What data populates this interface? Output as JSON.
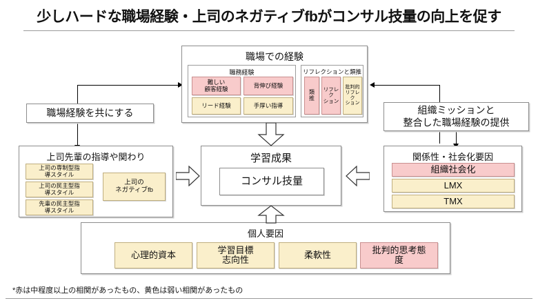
{
  "title": "少しハードな職場経験・上司のネガティブfbがコンサル技量の向上を促す",
  "footnote": "*赤は中程度以上の相関があったもの、黄色は弱い相関があったもの",
  "colors": {
    "pink": "#F8CBCB",
    "yellow": "#FAEFCB",
    "white": "#FFFFFF",
    "border": "#8C8C8C",
    "text": "#111111"
  },
  "legend": {
    "pink_meaning": "赤は中程度以上の相関があったもの",
    "yellow_meaning": "黄色は弱い相関があったもの"
  },
  "workplace_experience": {
    "title": "職場での経験",
    "job_experience": {
      "title": "職務経験",
      "items": [
        {
          "label": "難しい\n顧客経験",
          "line1": "難しい",
          "line2": "顧客経験",
          "color": "pink"
        },
        {
          "label": "背伸び経験",
          "line1": "背伸び経験",
          "line2": "",
          "color": "pink"
        },
        {
          "label": "リード経験",
          "line1": "リード経験",
          "line2": "",
          "color": "yellow"
        },
        {
          "label": "手厚い指導",
          "line1": "手厚い指導",
          "line2": "",
          "color": "yellow"
        }
      ]
    },
    "reflection": {
      "title": "リフレクションと類推",
      "items": [
        {
          "line1": "類",
          "line2": "推",
          "line3": "",
          "color": "pink"
        },
        {
          "line1": "リフレク",
          "line2": "ション",
          "line3": "",
          "color": "pink"
        },
        {
          "line1": "批判的",
          "line2": "リフレク",
          "line3": "ション",
          "color": "yellow"
        }
      ]
    }
  },
  "left_input": {
    "label": "職場経験を共にする"
  },
  "right_input": {
    "line1": "組織ミッションと",
    "line2": "整合した職場経験の提供"
  },
  "supervisor": {
    "title": "上司先輩の指導や関わり",
    "styles": [
      {
        "line1": "上司の専制型指",
        "line2": "導スタイル",
        "color": "yellow"
      },
      {
        "line1": "上司の民主型指",
        "line2": "導スタイル",
        "color": "yellow"
      },
      {
        "line1": "先輩の民主型指",
        "line2": "導スタイル",
        "color": "yellow"
      }
    ],
    "negative_fb": {
      "line1": "上司の",
      "line2": "ネガティブfb",
      "color": "yellow"
    }
  },
  "learning_outcome": {
    "title": "学習成果",
    "outcome": {
      "label": "コンサル技量",
      "color": "white"
    }
  },
  "relational": {
    "title": "関係性・社会化要因",
    "items": [
      {
        "label": "組織社会化",
        "color": "pink"
      },
      {
        "label": "LMX",
        "color": "yellow"
      },
      {
        "label": "TMX",
        "color": "yellow"
      }
    ]
  },
  "individual": {
    "title": "個人要因",
    "items": [
      {
        "line1": "心理的資本",
        "line2": "",
        "color": "yellow"
      },
      {
        "line1": "学習目標",
        "line2": "志向性",
        "color": "yellow"
      },
      {
        "line1": "柔軟性",
        "line2": "",
        "color": "yellow"
      },
      {
        "line1": "批判的思考態",
        "line2": "度",
        "color": "pink"
      }
    ]
  }
}
